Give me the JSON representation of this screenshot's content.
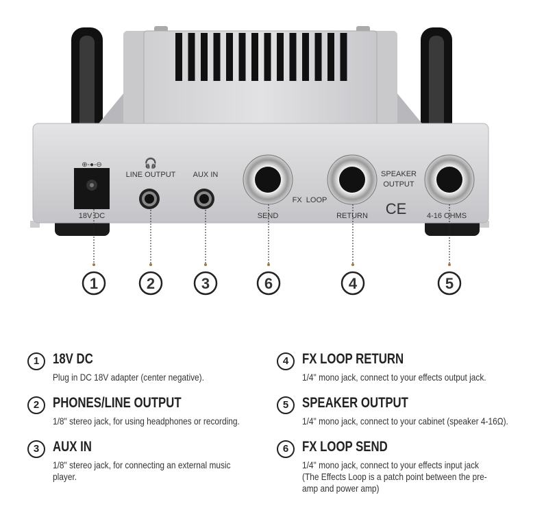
{
  "panel": {
    "dc_symbol": "⊕-●-⊖",
    "dc_label": "18V DC",
    "line_output_label": "LINE OUTPUT",
    "aux_in_label": "AUX IN",
    "fx_loop_label": "FX  LOOP",
    "send_label": "SEND",
    "return_label": "RETURN",
    "speaker_label_1": "SPEAKER",
    "speaker_label_2": "OUTPUT",
    "ohms_label": "4-16 OHMS",
    "ce_mark": "CE"
  },
  "callouts": [
    "1",
    "2",
    "6",
    "3",
    "4",
    "5"
  ],
  "legend": [
    {
      "num": "1",
      "title": "18V DC",
      "desc": "Plug in DC 18V adapter (center negative)."
    },
    {
      "num": "2",
      "title": "PHONES/LINE OUTPUT",
      "desc": "1/8\" stereo jack, for using headphones or recording."
    },
    {
      "num": "3",
      "title": "AUX IN",
      "desc": "1/8\" stereo jack, for connecting an external music player."
    },
    {
      "num": "4",
      "title": "FX LOOP RETURN",
      "desc": "1/4\" mono jack, connect to your effects output jack."
    },
    {
      "num": "5",
      "title": "SPEAKER OUTPUT",
      "desc": "1/4\" mono jack, connect to your cabinet (speaker 4-16Ω)."
    },
    {
      "num": "6",
      "title": "FX LOOP SEND",
      "desc": "1/4\" mono jack, connect to your effects input jack (The Effects Loop is a patch point between the pre-amp and power amp)"
    }
  ]
}
